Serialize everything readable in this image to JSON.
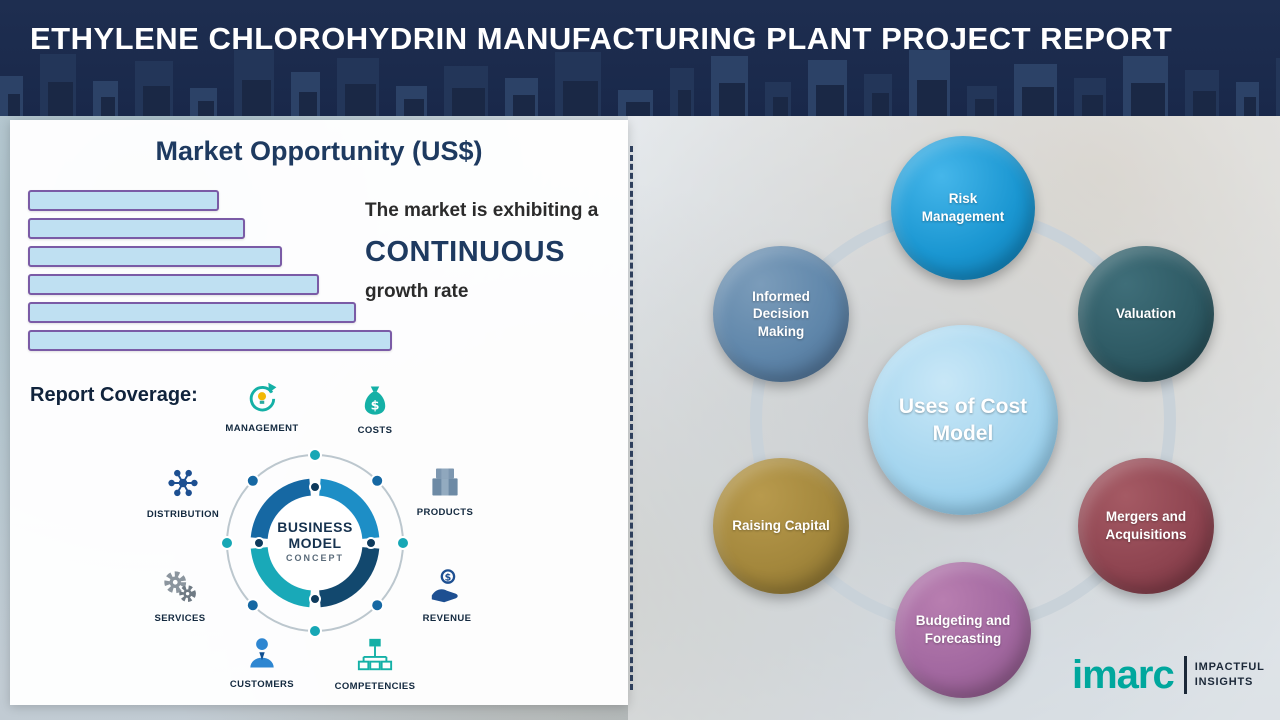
{
  "header": {
    "title": "ETHYLENE CHLOROHYDRIN MANUFACTURING PLANT PROJECT REPORT"
  },
  "chart_data": {
    "type": "bar",
    "orientation": "horizontal",
    "title": "Market Opportunity (US$)",
    "categories": [
      "bar-1",
      "bar-2",
      "bar-3",
      "bar-4",
      "bar-5",
      "bar-6"
    ],
    "values": [
      52,
      59,
      69,
      79,
      89,
      99
    ],
    "value_scale": "percent-of-max",
    "bar_fill": "#bfe0f2",
    "bar_border": "#7a5ba6",
    "annotation": {
      "line1": "The market is exhibiting a",
      "line2": "CONTINUOUS",
      "line3": "growth rate"
    }
  },
  "left_panel": {
    "section_title": "Market Opportunity (US$)",
    "report_coverage_label": "Report Coverage:",
    "business_model": {
      "center_line1": "BUSINESS",
      "center_line2": "MODEL",
      "center_line3": "CONCEPT",
      "items": [
        {
          "label": "MANAGEMENT"
        },
        {
          "label": "COSTS"
        },
        {
          "label": "DISTRIBUTION"
        },
        {
          "label": "PRODUCTS"
        },
        {
          "label": "SERVICES"
        },
        {
          "label": "REVENUE"
        },
        {
          "label": "CUSTOMERS"
        },
        {
          "label": "COMPETENCIES"
        }
      ]
    }
  },
  "right_panel": {
    "center": {
      "label": "Uses of Cost Model",
      "color_light": "#c8e7f7",
      "color": "#a2d4ee",
      "color_dark": "#7fc0e4"
    },
    "nodes": [
      {
        "label": "Risk Management",
        "color_light": "#45b6ea",
        "color": "#1b97d2",
        "color_dark": "#0a77ae"
      },
      {
        "label": "Valuation",
        "color_light": "#3f6e79",
        "color": "#2e5a64",
        "color_dark": "#1f434c"
      },
      {
        "label": "Mergers and Acquisitions",
        "color_light": "#a55a64",
        "color": "#8f4551",
        "color_dark": "#73323e"
      },
      {
        "label": "Budgeting and Forecasting",
        "color_light": "#b87eb0",
        "color": "#a268a0",
        "color_dark": "#84517f"
      },
      {
        "label": "Raising Capital",
        "color_light": "#b89a4d",
        "color": "#a3873c",
        "color_dark": "#826b2c"
      },
      {
        "label": "Informed Decision Making",
        "color_light": "#7b9cba",
        "color": "#5f86aa",
        "color_dark": "#47688c"
      }
    ]
  },
  "footer": {
    "brand": "imarc",
    "tagline_line1": "IMPACTFUL",
    "tagline_line2": "INSIGHTS"
  }
}
